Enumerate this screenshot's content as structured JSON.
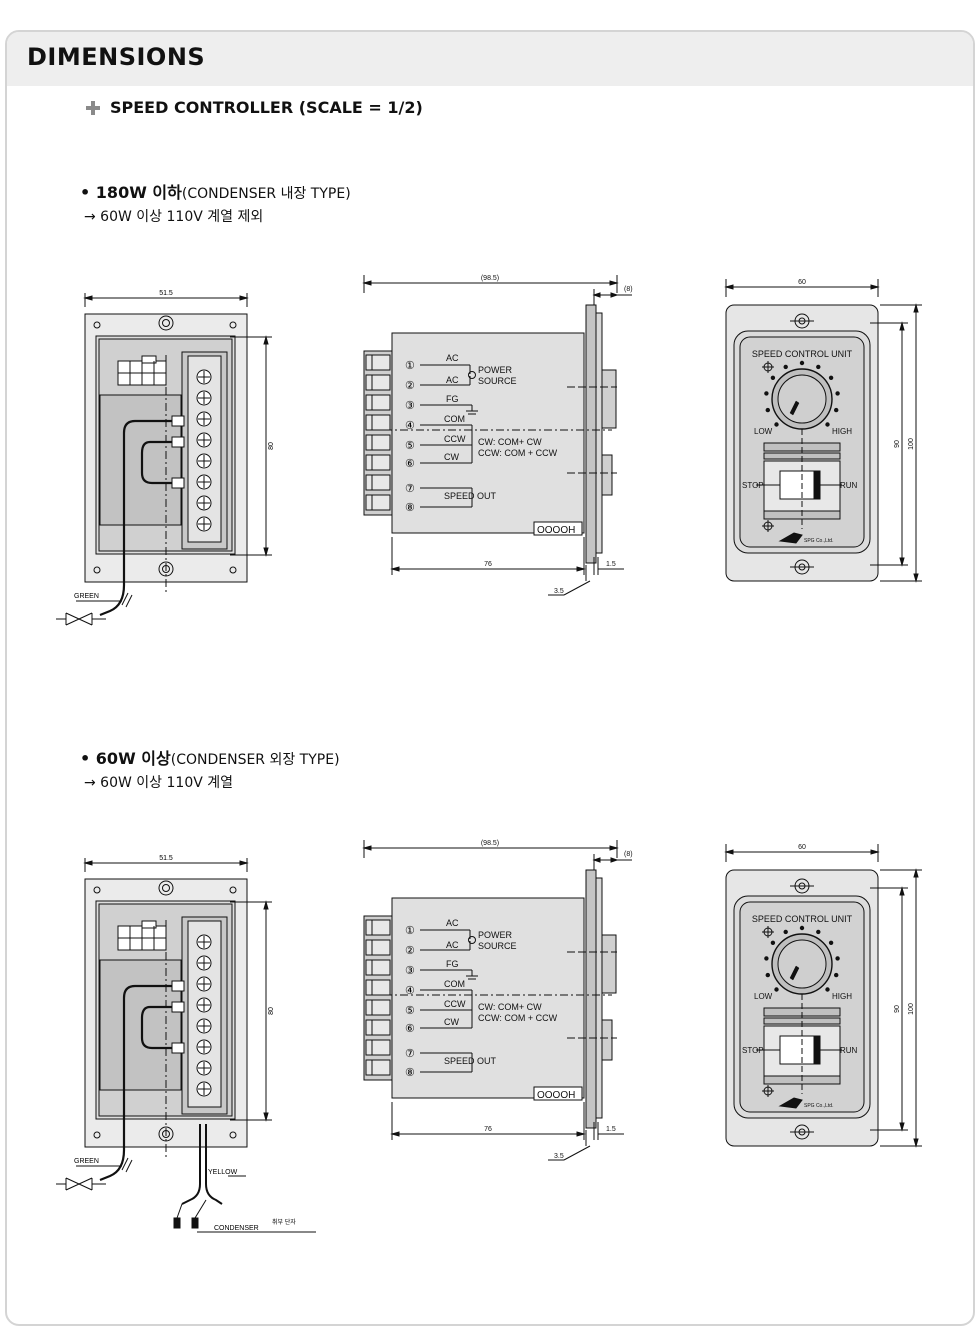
{
  "header": {
    "title": "DIMENSIONS"
  },
  "section": {
    "title": "SPEED CONTROLLER (SCALE = 1/2)",
    "icon": "plus-icon"
  },
  "variants": [
    {
      "heading_bold": "180W 이하",
      "heading_rest": "(CONDENSER 내장 TYPE)",
      "note": "→ 60W 이상 110V 계열 제외",
      "has_condenser_wires": false
    },
    {
      "heading_bold": "60W 이상",
      "heading_rest": "(CONDENSER 외장 TYPE)",
      "note": "→ 60W 이상 110V 계열",
      "has_condenser_wires": true
    }
  ],
  "back_view": {
    "width": "51.5",
    "height": "80",
    "green": "GREEN",
    "yellow": "YELLOW",
    "condenser": "CONDENSER",
    "condenser_note": "취부 단자"
  },
  "side_view": {
    "depth_total": "(98.5)",
    "front_depth": "(8)",
    "body": "76",
    "plate": "1.5",
    "gap": "3.5",
    "terminals": [
      "①",
      "②",
      "③",
      "④",
      "⑤",
      "⑥",
      "⑦",
      "⑧"
    ],
    "labels": {
      "ac1": "AC",
      "ac2": "AC",
      "power": "POWER",
      "source": "SOURCE",
      "fg": "FG",
      "com": "COM",
      "ccw": "CCW",
      "cw": "CW",
      "cw_def": "CW: COM+ CW",
      "ccw_def": "CCW: COM + CCW",
      "speed_out": "SPEED OUT"
    },
    "label_mark": "OOOOH"
  },
  "front_view": {
    "width": "60",
    "height_inner": "90",
    "height_outer": "100",
    "unit_title": "SPEED CONTROL UNIT",
    "low": "LOW",
    "high": "HIGH",
    "stop": "STOP",
    "run": "RUN",
    "brand": "SPG Co.,Ltd."
  }
}
